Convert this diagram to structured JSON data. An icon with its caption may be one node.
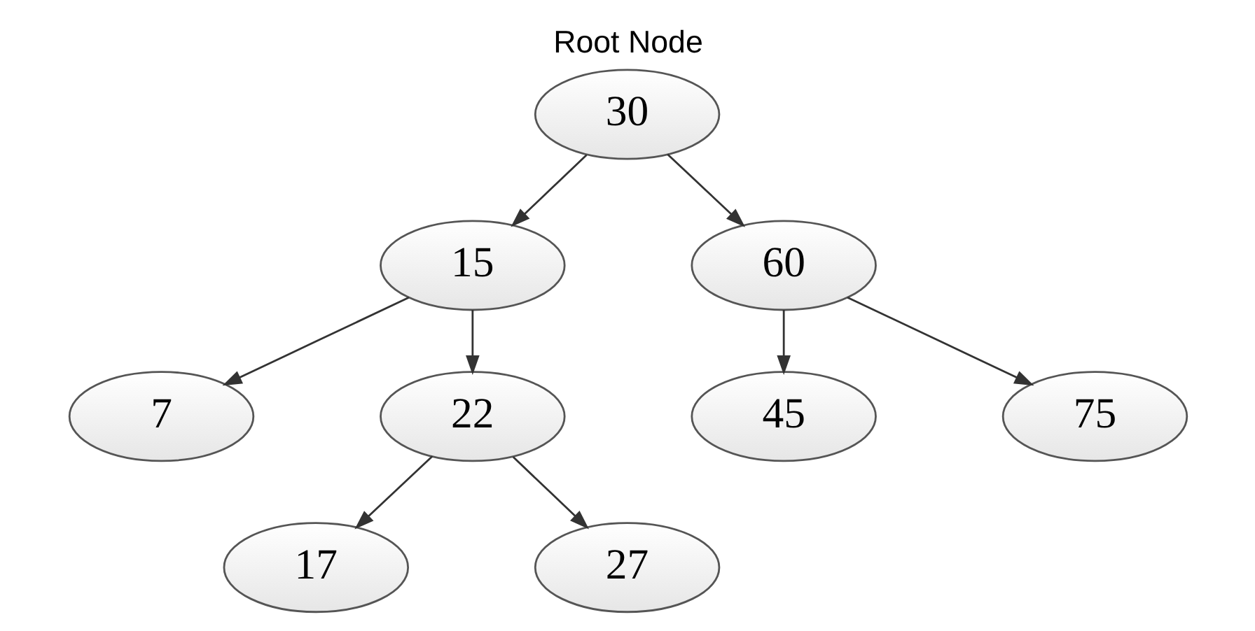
{
  "diagram": {
    "title": "Root Node",
    "nodes": [
      {
        "text": [
          "30"
        ]
      },
      {
        "text": [
          "15"
        ]
      },
      {
        "text": [
          "60"
        ]
      },
      {
        "text": [
          "7"
        ]
      },
      {
        "text": [
          "22"
        ]
      },
      {
        "text": [
          "45"
        ]
      },
      {
        "text": [
          "75"
        ]
      },
      {
        "text": [
          "17"
        ]
      },
      {
        "text": [
          "27"
        ]
      }
    ],
    "edges": [
      {
        "from": 0,
        "to": 1,
        "arrow": "to"
      },
      {
        "from": 0,
        "to": 2,
        "arrow": "to"
      },
      {
        "from": 1,
        "to": 3,
        "arrow": "to"
      },
      {
        "from": 1,
        "to": 4,
        "arrow": "to"
      },
      {
        "from": 2,
        "to": 5,
        "arrow": "to"
      },
      {
        "from": 2,
        "to": 6,
        "arrow": "to"
      },
      {
        "from": 4,
        "to": 7,
        "arrow": "to"
      },
      {
        "from": 4,
        "to": 8,
        "arrow": "to"
      }
    ]
  }
}
